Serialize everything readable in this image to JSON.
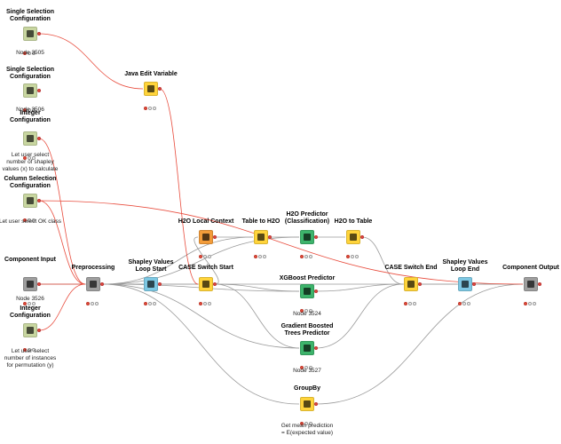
{
  "nodes": [
    {
      "id": "ssc1",
      "title": [
        "Single Selection",
        "Configuration"
      ],
      "label": [
        "Node 3505"
      ],
      "color": "#c8d6a0"
    },
    {
      "id": "ssc2",
      "title": [
        "Single Selection",
        "Configuration"
      ],
      "label": [
        "Node 3506"
      ],
      "color": "#c8d6a0"
    },
    {
      "id": "intcfg1",
      "title": [
        "Integer",
        "Configuration"
      ],
      "label": [
        "Let user select",
        "number of shapley",
        "values (x) to calculate"
      ],
      "color": "#c8d6a0"
    },
    {
      "id": "colsel",
      "title": [
        "Column Selection",
        "Configuration"
      ],
      "label": [
        "Let user select OK class"
      ],
      "color": "#c8d6a0"
    },
    {
      "id": "javaedit",
      "title": [
        "Java Edit Variable"
      ],
      "label": [],
      "color": "#ffd43b"
    },
    {
      "id": "compin",
      "title": [
        "Component Input"
      ],
      "label": [
        "Node 3526"
      ],
      "color": "#9e9e9e"
    },
    {
      "id": "intcfg2",
      "title": [
        "Integer",
        "Configuration"
      ],
      "label": [
        "Let user select",
        "number of instances",
        "for permutation (y)"
      ],
      "color": "#c8d6a0"
    },
    {
      "id": "prep",
      "title": [
        "Preprocessing"
      ],
      "label": [],
      "color": "#9e9e9e"
    },
    {
      "id": "shapstart",
      "title": [
        "Shapley Values",
        "Loop Start"
      ],
      "label": [],
      "color": "#7ec8e3"
    },
    {
      "id": "casestart",
      "title": [
        "CASE Switch Start"
      ],
      "label": [],
      "color": "#ffd43b"
    },
    {
      "id": "h2octx",
      "title": [
        "H2O Local Context"
      ],
      "label": [],
      "color": "#f39c3a"
    },
    {
      "id": "t2h2o",
      "title": [
        "Table to H2O"
      ],
      "label": [],
      "color": "#ffd43b"
    },
    {
      "id": "h2opred",
      "title": [
        "H2O Predictor",
        "(Classification)"
      ],
      "label": [],
      "color": "#3db36b"
    },
    {
      "id": "h2o2t",
      "title": [
        "H2O to Table"
      ],
      "label": [],
      "color": "#ffd43b"
    },
    {
      "id": "xgb",
      "title": [
        "XGBoost Predictor"
      ],
      "label": [
        "Node 3524"
      ],
      "color": "#3db36b"
    },
    {
      "id": "gbt",
      "title": [
        "Gradient Boosted",
        "Trees Predictor"
      ],
      "label": [
        "Node 3527"
      ],
      "color": "#3db36b"
    },
    {
      "id": "caseend",
      "title": [
        "CASE Switch End"
      ],
      "label": [],
      "color": "#ffd43b"
    },
    {
      "id": "shapend",
      "title": [
        "Shapley Values",
        "Loop End"
      ],
      "label": [],
      "color": "#7ec8e3"
    },
    {
      "id": "compout",
      "title": [
        "Component Output"
      ],
      "label": [],
      "color": "#9e9e9e"
    },
    {
      "id": "groupby",
      "title": [
        "GroupBy"
      ],
      "label": [
        "Get mean prediction",
        "= E(expected value)"
      ],
      "color": "#ffd43b"
    }
  ],
  "colors": {
    "wire": "#9a9a9a",
    "variable_wire": "#e84c3d"
  }
}
